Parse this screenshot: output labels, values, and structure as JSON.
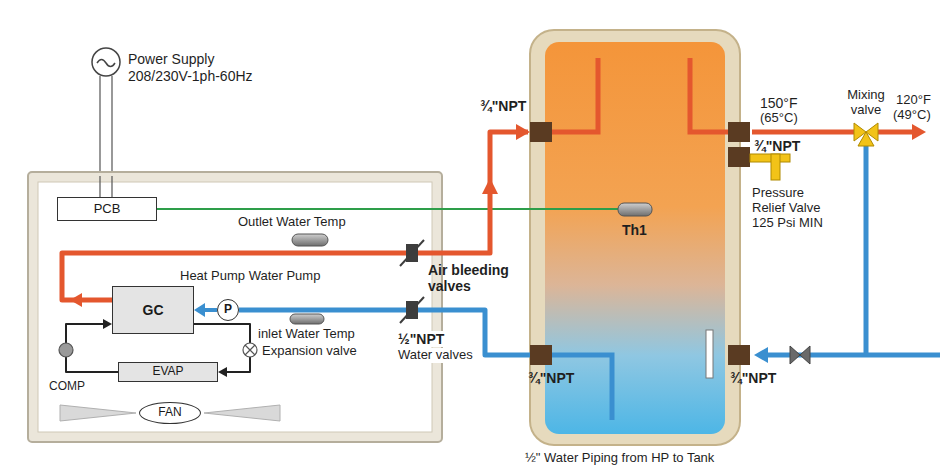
{
  "diagram": {
    "caption": "½\" Water Piping from HP to Tank",
    "nodes": [
      {
        "text": [
          "PCB"
        ]
      },
      {
        "text": [
          "GC"
        ]
      },
      {
        "text": [
          "P"
        ]
      },
      {
        "text": [
          "EVAP"
        ]
      },
      {
        "text": [
          "FAN"
        ]
      }
    ],
    "edges": [
      {
        "from": 2,
        "to": 1,
        "arrow": "to"
      },
      {
        "from": 3,
        "to": 1,
        "arrow": "to"
      },
      {
        "from": 1,
        "to": 3,
        "arrow": "to"
      }
    ],
    "labels": [
      "Power Supply",
      "208/230V-1ph-60Hz",
      "Outlet Water Temp",
      "Heat Pump Water Pump",
      "Air bleeding valves",
      "inlet Water Temp",
      "COMP",
      "Expansion valve",
      "½\"NPT",
      "Water valves",
      "¾\"NPT",
      "Th1",
      "150°F",
      "(65°C)",
      "Mixing valve",
      "120°F",
      "(49°C)",
      "¾\"NPT",
      "Pressure Relief Valve 125 Psi MIN",
      "¾\"NPT",
      "¾\"NPT"
    ]
  }
}
